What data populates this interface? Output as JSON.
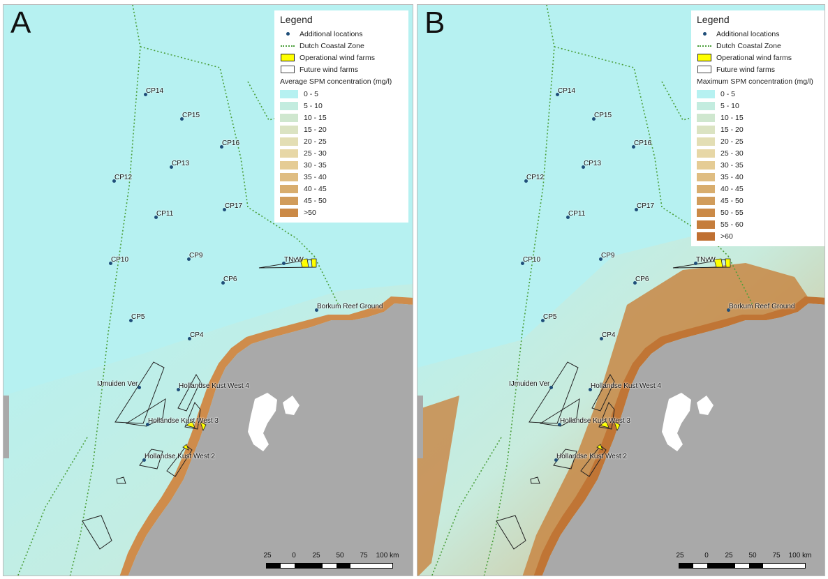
{
  "panels": [
    {
      "letter": "A",
      "legend": {
        "title": "Legend",
        "items": [
          {
            "label": "Additional locations",
            "symbol": "dot"
          },
          {
            "label": "Dutch Coastal Zone",
            "symbol": "dotted-line"
          },
          {
            "label": "Operational wind farms",
            "symbol": "yellow-box"
          },
          {
            "label": "Future wind farms",
            "symbol": "white-box"
          }
        ],
        "ramp_title": "Average SPM concentration (mg/l)",
        "classes": [
          {
            "label": "0 - 5",
            "color": "#b6f1f1"
          },
          {
            "label": "5 - 10",
            "color": "#c3ecdf"
          },
          {
            "label": "10 - 15",
            "color": "#cfe7cf"
          },
          {
            "label": "15 - 20",
            "color": "#dbe3c2"
          },
          {
            "label": "20 - 25",
            "color": "#e3deb4"
          },
          {
            "label": "25 - 30",
            "color": "#e7d7a6"
          },
          {
            "label": "30 - 35",
            "color": "#e5cc95"
          },
          {
            "label": "35 - 40",
            "color": "#dfbd82"
          },
          {
            "label": "40 - 45",
            "color": "#d8ad6e"
          },
          {
            "label": "45 - 50",
            "color": "#d19c5b"
          },
          {
            "label": ">50",
            "color": "#cb8a47"
          }
        ]
      },
      "scale": {
        "ticks": [
          "25",
          "0",
          "25",
          "50",
          "75",
          "100 km"
        ]
      }
    },
    {
      "letter": "B",
      "legend": {
        "title": "Legend",
        "items": [
          {
            "label": "Additional locations",
            "symbol": "dot"
          },
          {
            "label": "Dutch Coastal Zone",
            "symbol": "dotted-line"
          },
          {
            "label": "Operational wind farms",
            "symbol": "yellow-box"
          },
          {
            "label": "Future wind farms",
            "symbol": "white-box"
          }
        ],
        "ramp_title": "Maximum SPM concentration (mg/l)",
        "classes": [
          {
            "label": "0 - 5",
            "color": "#b6f1f1"
          },
          {
            "label": "5 - 10",
            "color": "#c3ecdf"
          },
          {
            "label": "10 - 15",
            "color": "#cfe7cf"
          },
          {
            "label": "15 - 20",
            "color": "#dbe3c2"
          },
          {
            "label": "20 - 25",
            "color": "#e3deb4"
          },
          {
            "label": "25 - 30",
            "color": "#e7d7a6"
          },
          {
            "label": "30 - 35",
            "color": "#e5cc95"
          },
          {
            "label": "35 - 40",
            "color": "#dfbd82"
          },
          {
            "label": "40 - 45",
            "color": "#d8ad6e"
          },
          {
            "label": "45 - 50",
            "color": "#d19c5b"
          },
          {
            "label": "50 - 55",
            "color": "#cb8a47"
          },
          {
            "label": "55 - 60",
            "color": "#c57d3c"
          },
          {
            "label": ">60",
            "color": "#bf7032"
          }
        ]
      },
      "scale": {
        "ticks": [
          "25",
          "0",
          "25",
          "50",
          "75",
          "100 km"
        ]
      }
    }
  ],
  "locations": [
    "CP14",
    "CP15",
    "CP16",
    "CP13",
    "CP12",
    "CP11",
    "CP17",
    "CP10",
    "CP9",
    "TNvW",
    "CP6",
    "Borkum Reef Ground",
    "CP5",
    "CP4",
    "IJmuiden Ver",
    "Hollandse Kust West 4",
    "Hollandse Kust West 3",
    "Hollandse Kust West 2"
  ],
  "colors": {
    "sea_clear": "#b6f1f1",
    "land": "#a9a9a9",
    "wadden_islands": "#ffffff",
    "zone_line": "#4a9e3a",
    "location_dot": "#1f4e79",
    "operational_farm": "#ffff00"
  }
}
